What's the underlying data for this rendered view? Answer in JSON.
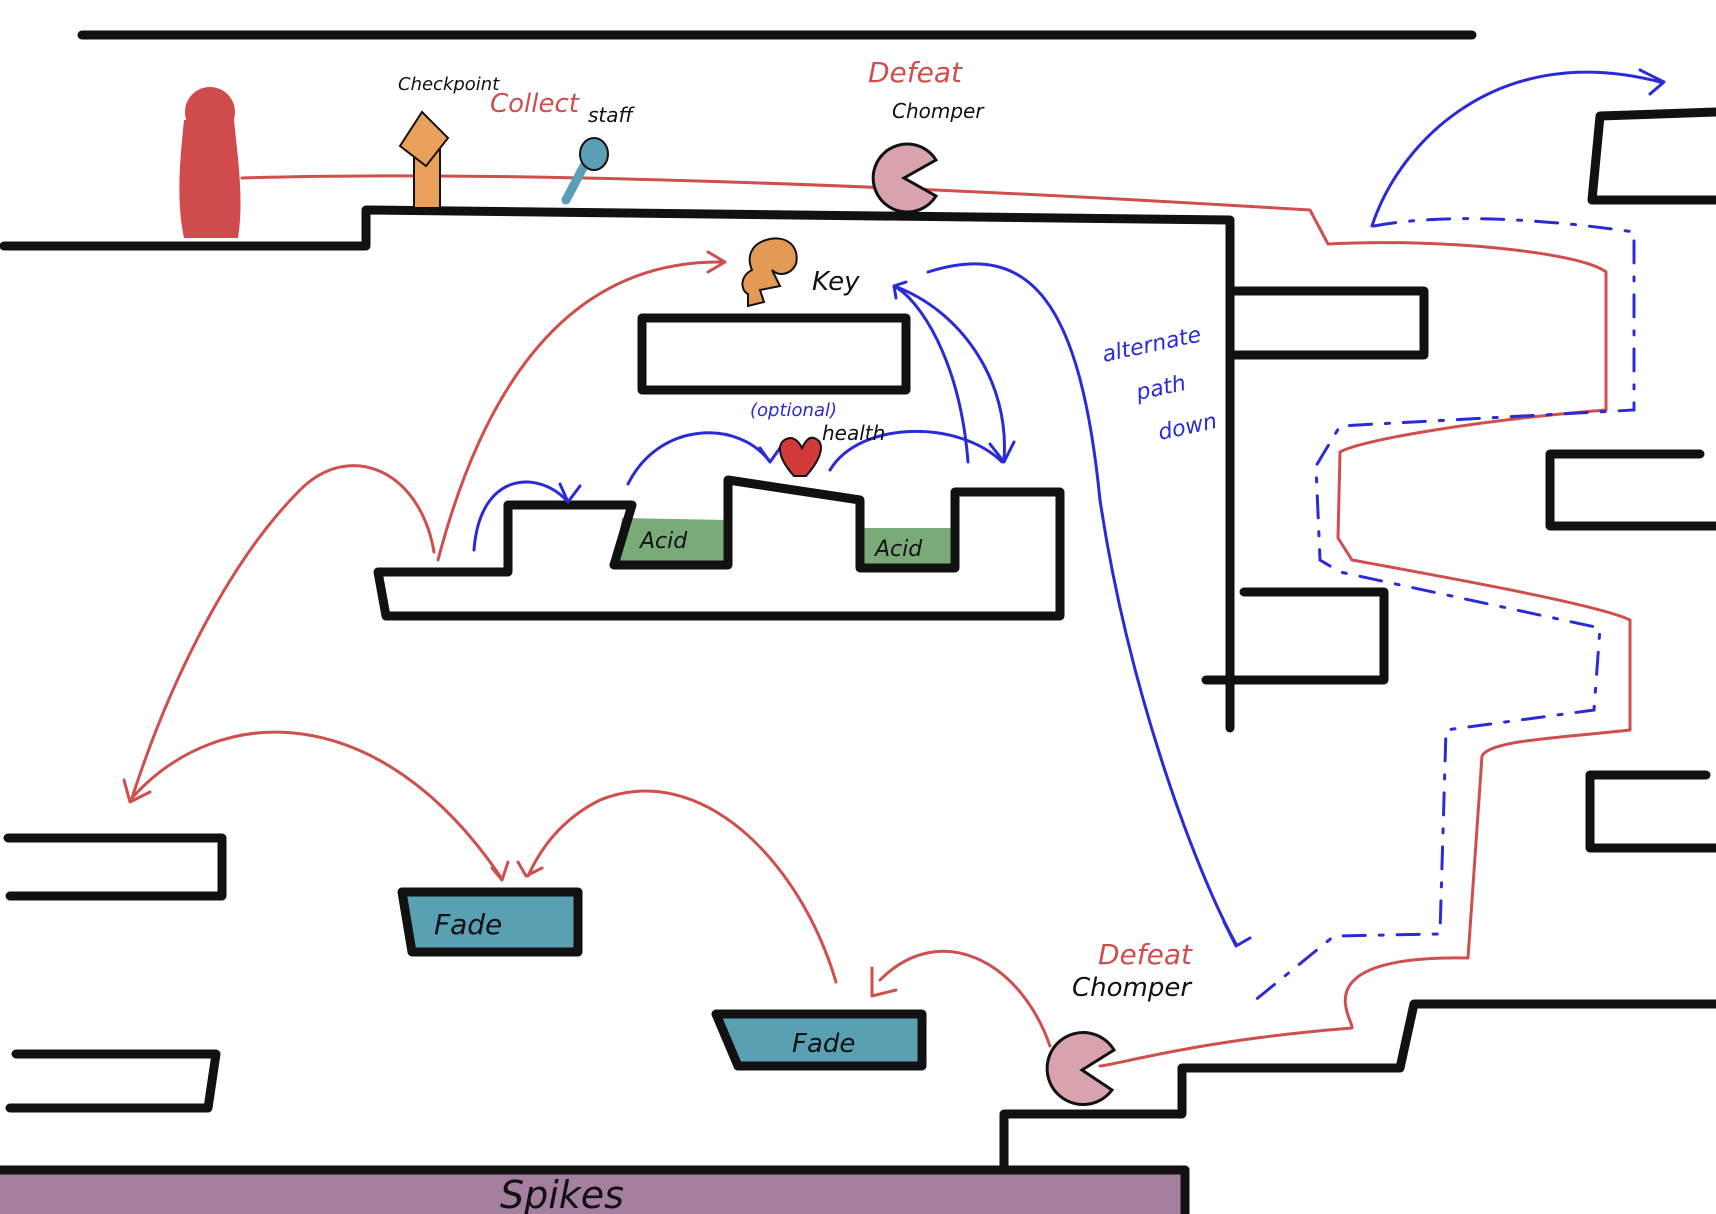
{
  "level": {
    "labels": {
      "checkpoint": "Checkpoint",
      "collect": "Collect",
      "staff": "staff",
      "defeat_top": "Defeat",
      "chomper_top": "Chomper",
      "key": "Key",
      "optional": "(optional)",
      "health": "health",
      "alternate_path_1": "alternate",
      "alternate_path_2": "path",
      "alternate_path_3": "down",
      "acid_left": "Acid",
      "acid_right": "Acid",
      "fade_left": "Fade",
      "fade_right": "Fade",
      "defeat_bottom": "Defeat",
      "chomper_bottom": "Chomper",
      "spikes": "Spikes"
    },
    "colors": {
      "platform": "#111111",
      "player": "#d04b4b",
      "checkpoint": "#e8a05a",
      "staff": "#5a9fb5",
      "chomper": "#d9a3ad",
      "key": "#e39a55",
      "heart": "#d23a3a",
      "acid": "#79aa78",
      "fade": "#5aa0b3",
      "spikes": "#a57f9f",
      "main_path": "#cf4e4e",
      "alt_path": "#2b2bd6"
    },
    "icons": [
      "player-icon",
      "checkpoint-icon",
      "staff-icon",
      "chomper-icon",
      "key-icon",
      "heart-icon"
    ]
  }
}
